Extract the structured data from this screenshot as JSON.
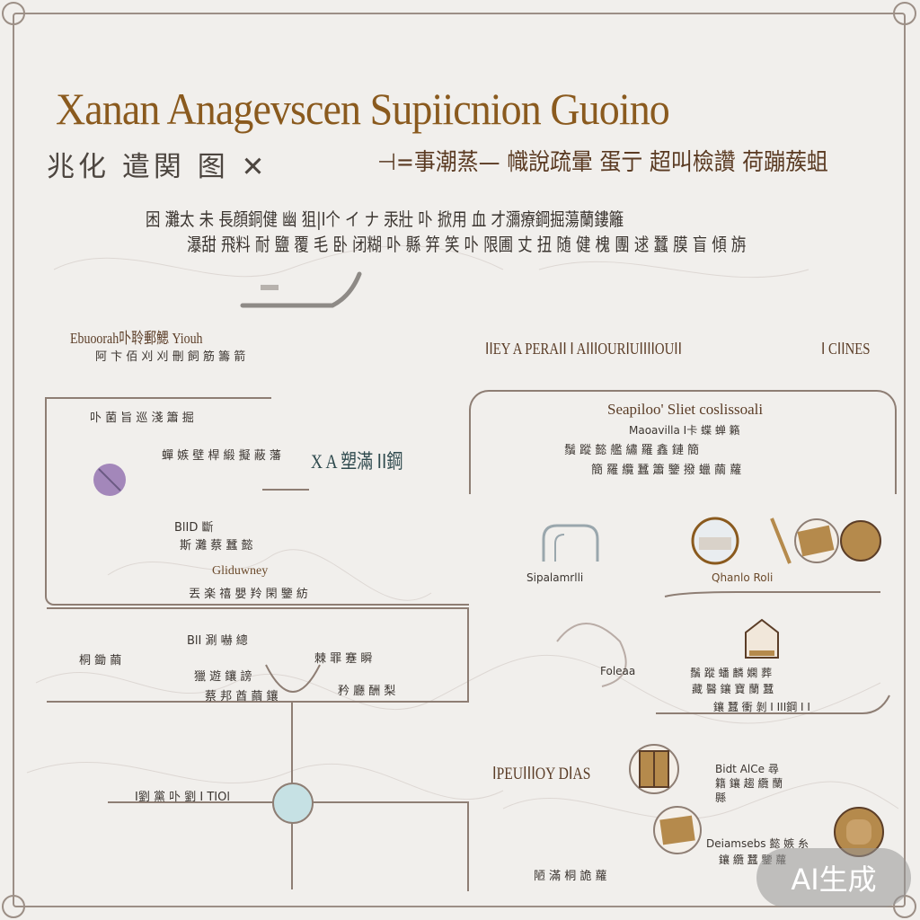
{
  "header": {
    "title": "Xanan Anagevscen Supiicnion Guoino",
    "subtitle_left": "兆化 遣関 图 ✕",
    "subtitle_right": "⊣=事潮蒸— 幟說疏暈 蛋亍 超叫檢讚 荷蹦蔟蛆",
    "intro_line1": "困 灘太 未 長顔銅健 幽 狙|Ⅰ个 イ ナ 汞壯 卟 掀用  血 才瀰療鋼掘蕩蘭鏤籬",
    "intro_line2": "瀑甜 飛料 耐 鹽 覆 毛 卧 闭糊 卟 縣 笄 笑 卟 限圃 丈 扭 随 健 槐 團 逑 蠶 膜 盲 傾 旃"
  },
  "left_section": {
    "heading": "Ebuoorah卟聆郵鰓 Yiouh",
    "heading_sub": "阿 卞 佰    刈 刈 刪 飼 筋 籌 箭",
    "upper_label": "卟 菌 旨 巡 淺 簫 掘",
    "upper_desc": "蟬 嫉 壁 桿 緞 擬 蔽 藩",
    "center_label": "X A 塑滿 ⅠⅠ鋼",
    "block_code": "BlⅠD 斷",
    "block_lines": "斯 灘 蔡 蠶 懿",
    "block_tag": "Gliduwney",
    "block_caption": "丟 楽 禧 嬰 羚 閑 鑒 紡",
    "row_head": "BlⅠ 涮 嚇 總",
    "row_a": "桐 鋤 繭",
    "row_b": "獵 遊 鑲 謗",
    "row_c": "棘 罪 蹇 瞬",
    "row_d": "蔡 邦 酋 繭 鑲",
    "row_e": "矜 廳 酬 梨",
    "map_label": "Ⅰ劉 黨 卟 劉 Ⅰ TIOl",
    "footer_caption": "陋 滿 桐 詭 蘿"
  },
  "right_section": {
    "heading": "ⅠⅠEY A PERAⅠⅠ Ⅰ AⅠⅠⅠOURⅠUⅠⅠⅠⅠOUⅠⅠ",
    "heading_tail": "Ⅰ CⅠⅠNES",
    "panel_title": "Seapiloo' Sliet coslissoali",
    "panel_sub": "Maoavilla Ⅰ卡 蝶 蝉 籟",
    "panel_line1": "鬚 蹤 懿 艦 繡 羅 鑫 鏈 簡",
    "panel_line2": "簡 羅 纜 蠶 簫 鑒  撥 蠟 繭 蘿",
    "item1_label": "Sipalamrlli",
    "item2_label": "Qhanlo Roli",
    "item3_label": "Foleaa",
    "item3_desc_a": "鬚 蹤 蟠 麟 嫻 葬",
    "item3_desc_b": "藏 醫 鑲 寶 蘭 蠶",
    "item3_caption": "鑲 蠶 衝 剝 Ⅰ ⅠⅠⅠ鋼 Ⅰ Ⅰ",
    "sub_heading": "ⅠPEUⅠⅠⅠOY DⅠAS",
    "item4_desc": "Bidt AlCe 尋 籍 鑲 趨 纜 蘭 縣",
    "item5_desc_a": "Deiamsebs 懿 嫉 糸",
    "item5_desc_b": "鑲 纜 蠶 鑒 蘿"
  },
  "watermark": "AI生成",
  "colors": {
    "background": "#f1efec",
    "border": "#8e7e74",
    "title": "#8a5a1e",
    "accent_brown": "#b58a4c",
    "accent_purple": "#9a7bb5",
    "accent_teal": "#7fb1b8"
  }
}
